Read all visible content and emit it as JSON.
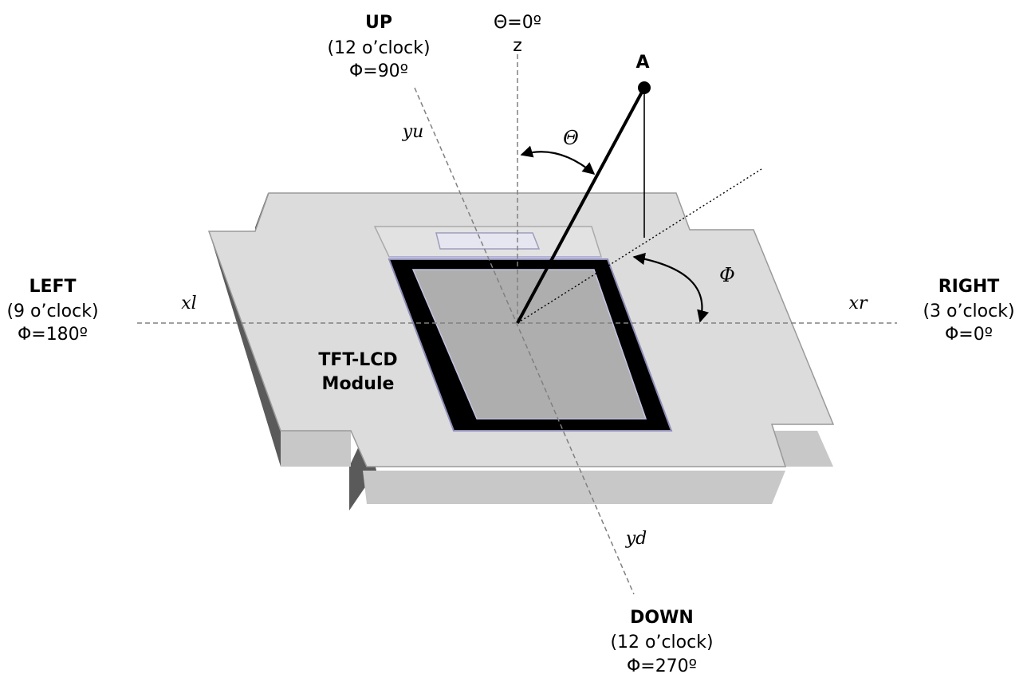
{
  "directions": {
    "up": {
      "title": "UP",
      "clock": "(12 o’clock)",
      "phi": "Φ=90º"
    },
    "down": {
      "title": "DOWN",
      "clock": "(12 o’clock)",
      "phi": "Φ=270º"
    },
    "left": {
      "title": "LEFT",
      "clock": "(9 o’clock)",
      "phi": "Φ=180º"
    },
    "right": {
      "title": "RIGHT",
      "clock": "(3 o’clock)",
      "phi": "Φ=0º"
    }
  },
  "zenith_label": "Θ=0º",
  "axes": {
    "z": "z",
    "yu": "yu",
    "yd": "yd",
    "xl": "xl",
    "xr": "xr"
  },
  "point_label": "A",
  "theta_symbol": "Θ",
  "phi_symbol": "Φ",
  "module_label": [
    "TFT-LCD",
    "Module"
  ]
}
